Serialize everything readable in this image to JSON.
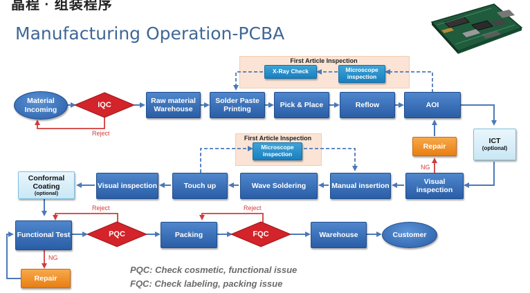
{
  "header": {
    "partial_text": "晶程 · 组装程序",
    "title": "Manufacturing Operation-PCBA"
  },
  "fai_top": {
    "title": "First Article Inspection",
    "xray": "X-Ray Check",
    "microscope": "Microscope inspection"
  },
  "fai_mid": {
    "title": "First Article Inspection",
    "microscope": "Microscope inspection"
  },
  "row1": {
    "material_incoming": "Material Incoming",
    "iqc": "IQC",
    "reject": "Reject",
    "raw_material": "Raw material Warehouse",
    "solder_paste": "Solder Paste Printing",
    "pick_place": "Pick & Place",
    "reflow": "Reflow",
    "aoi": "AOI"
  },
  "right": {
    "ict": "ICT",
    "ict_note": "(optional)",
    "repair": "Repair",
    "ng": "NG"
  },
  "row2": {
    "visual_inspection_right": "Visual inspection",
    "manual_insertion": "Manual insertion",
    "wave_soldering": "Wave Soldering",
    "touch_up": "Touch up",
    "visual_inspection_left": "Visual inspection",
    "conformal": "Conformal Coating",
    "conformal_note": "(optional)"
  },
  "row3": {
    "functional_test": "Functional Test",
    "pqc": "PQC",
    "reject_pqc": "Reject",
    "packing": "Packing",
    "fqc": "FQC",
    "reject_fqc": "Reject",
    "warehouse": "Warehouse",
    "customer": "Customer",
    "ng": "NG",
    "repair": "Repair"
  },
  "notes": {
    "pqc": "PQC: Check cosmetic, functional issue",
    "fqc": "FQC: Check labeling, packing issue"
  },
  "colors": {
    "box_blue": "#2a5ea6",
    "arrow_blue": "#4a78b8",
    "diamond_red": "#d2242a",
    "repair_orange": "#e87e12",
    "fai_panel": "#fbe4d5"
  }
}
